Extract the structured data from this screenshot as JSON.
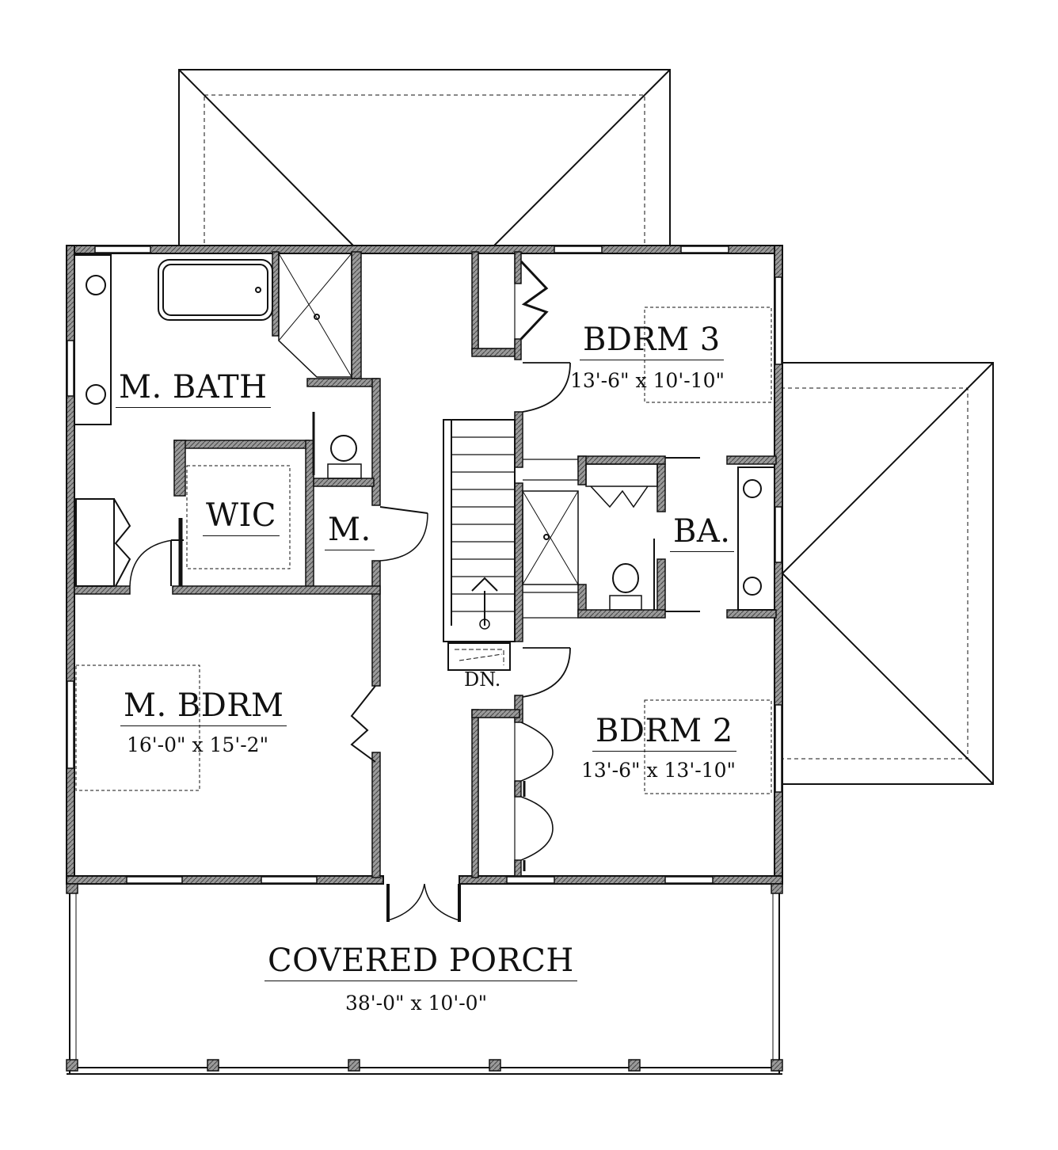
{
  "rooms": {
    "m_bath": {
      "name": "M. BATH"
    },
    "wic": {
      "name": "WIC"
    },
    "m": {
      "name": "M."
    },
    "bdrm3": {
      "name": "BDRM 3",
      "dims": "13'-6\" x 10'-10\""
    },
    "ba": {
      "name": "BA."
    },
    "bdrm2": {
      "name": "BDRM 2",
      "dims": "13'-6\" x 13'-10\""
    },
    "m_bdrm": {
      "name": "M. BDRM",
      "dims": "16'-0\" x 15'-2\""
    },
    "porch": {
      "name": "COVERED PORCH",
      "dims": "38'-0\" x 10'-0\""
    }
  },
  "stair": {
    "label": "DN."
  },
  "colors": {
    "wall_fill": "#8a8a8a",
    "line": "#111111",
    "background": "#ffffff"
  }
}
